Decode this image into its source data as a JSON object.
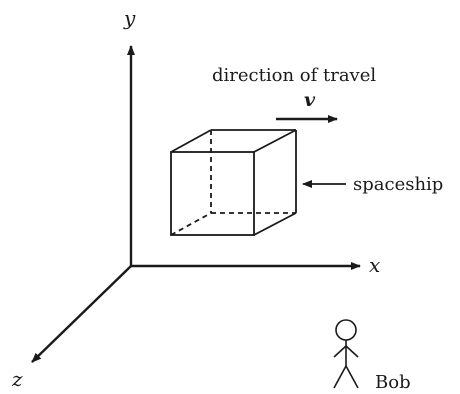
{
  "axes": {
    "y_label": "y",
    "x_label": "x",
    "z_label": "z"
  },
  "labels": {
    "direction": "direction of travel",
    "velocity": "v",
    "spaceship": "spaceship",
    "observer": "Bob"
  },
  "colors": {
    "ink": "#1a1a1a",
    "background": "#ffffff"
  }
}
